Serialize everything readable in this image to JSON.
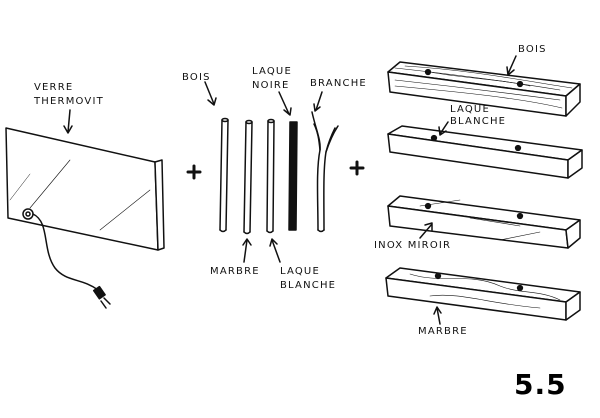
{
  "panel": {
    "label_line1": "VERRE",
    "label_line2": "THERMOVIT"
  },
  "operators": {
    "plus": "+"
  },
  "legs": {
    "bois": "Bois",
    "laque_noire_line1": "LAQUE",
    "laque_noire_line2": "NOIRE",
    "branche": "BRANCHE",
    "marbre": "MARBRE",
    "laque_blanche_line1": "LAQUE",
    "laque_blanche_line2": "BLANCHE"
  },
  "shelves": {
    "bois": "Bois",
    "laque_blanche_line1": "LAQUE",
    "laque_blanche_line2": "BLANCHE",
    "inox_miroir": "INOX MIROIR",
    "marbre": "MARBRE"
  },
  "page_number": "5.5"
}
